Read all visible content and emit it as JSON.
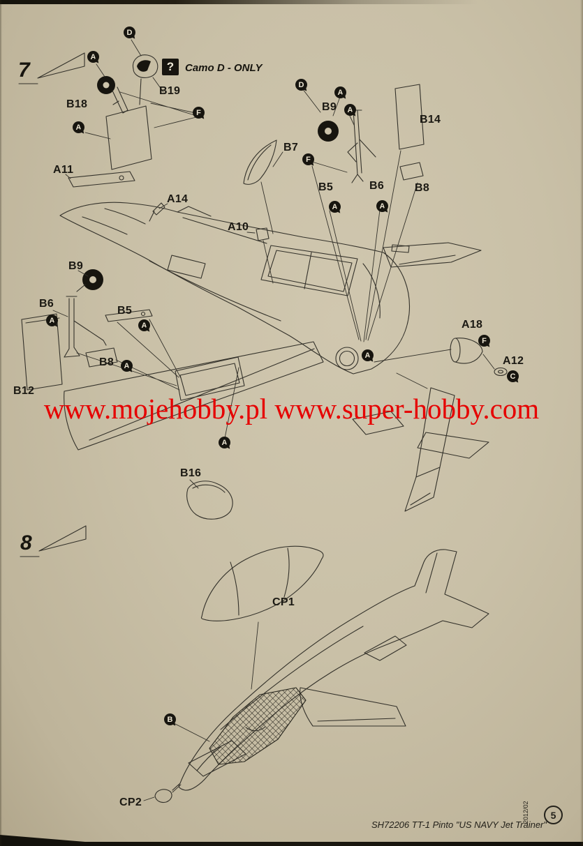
{
  "steps": {
    "s7": "7",
    "s8": "8"
  },
  "camo": {
    "icon": "?",
    "label": "Camo D - ONLY"
  },
  "watermark": {
    "text": "www.mojehobby.pl www.super-hobby.com",
    "color": "#e60000"
  },
  "labels": {
    "b18": "B18",
    "b19": "B19",
    "b9_top": "B9",
    "b14": "B14",
    "b7": "B7",
    "a11": "A11",
    "a14": "A14",
    "b5_top": "B5",
    "b6_top": "B6",
    "b8_top": "B8",
    "a10": "A10",
    "b9_left": "B9",
    "b6_left": "B6",
    "b5_left": "B5",
    "b8_left": "B8",
    "b12": "B12",
    "a18": "A18",
    "a12": "A12",
    "b16": "B16",
    "cp1": "CP1",
    "cp2": "CP2"
  },
  "callouts": [
    "D",
    "A",
    "A",
    "F",
    "D",
    "A",
    "A",
    "F",
    "A",
    "A",
    "A",
    "A",
    "A",
    "F",
    "C",
    "A",
    "A",
    "B"
  ],
  "footer": {
    "title": "SH72206 TT-1 Pinto \"US NAVY Jet Trainer\"",
    "date": "2012/02",
    "page": "5"
  }
}
